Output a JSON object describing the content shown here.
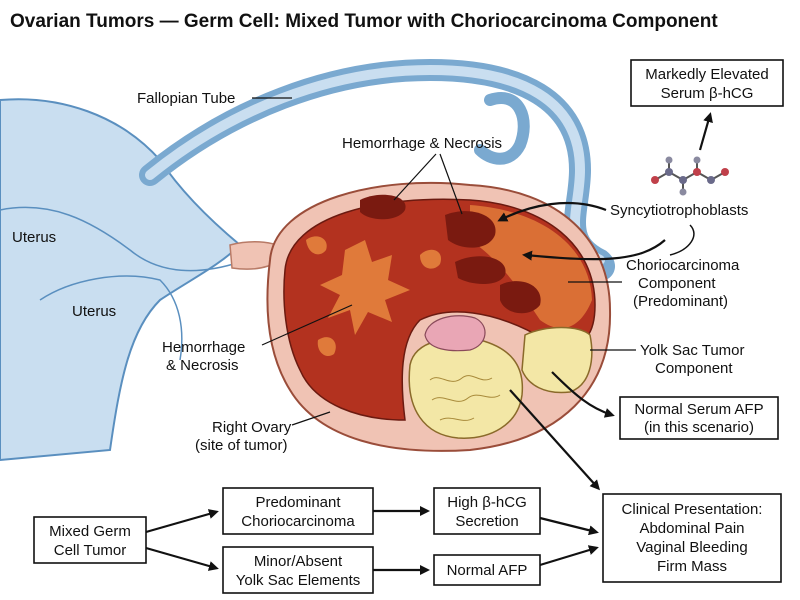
{
  "title": "Ovarian Tumors — Germ Cell: Mixed Tumor with Choriocarcinoma Component",
  "anatomy": {
    "fallopian_tube": "Fallopian Tube",
    "uterus_upper": "Uterus",
    "uterus_lower": "Uterus",
    "hemorrhage_top": "Hemorrhage & Necrosis",
    "hemorrhage_left_1": "Hemorrhage",
    "hemorrhage_left_2": "& Necrosis",
    "right_ovary_1": "Right Ovary",
    "right_ovary_2": "(site of tumor)",
    "syncytio": "Syncytiotrophoblasts",
    "chorio_1": "Choriocarcinoma",
    "chorio_2": "Component",
    "chorio_3": "(Predominant)",
    "yolk_1": "Yolk Sac Tumor",
    "yolk_2": "Component"
  },
  "boxes": {
    "serum_hcg_1": "Markedly Elevated",
    "serum_hcg_2": "Serum β-hCG",
    "normal_afp_1": "Normal Serum AFP",
    "normal_afp_2": "(in this scenario)"
  },
  "flow": {
    "mixed_1": "Mixed Germ",
    "mixed_2": "Cell Tumor",
    "predominant_1": "Predominant",
    "predominant_2": "Choriocarcinoma",
    "minor_1": "Minor/Absent",
    "minor_2": "Yolk Sac Elements",
    "high_hcg_1": "High β-hCG",
    "high_hcg_2": "Secretion",
    "normal_afp": "Normal AFP",
    "clinical_1": "Clinical Presentation:",
    "clinical_2": "Abdominal Pain",
    "clinical_3": "Vaginal Bleeding",
    "clinical_4": "Firm Mass"
  },
  "colors": {
    "uterus": "#c9def0",
    "tube": "#a9cbe6",
    "tumor": "#b3321f",
    "necrosis": "#e07a3a",
    "yolk": "#f3e7a6",
    "capsule": "#f0c3b4"
  }
}
